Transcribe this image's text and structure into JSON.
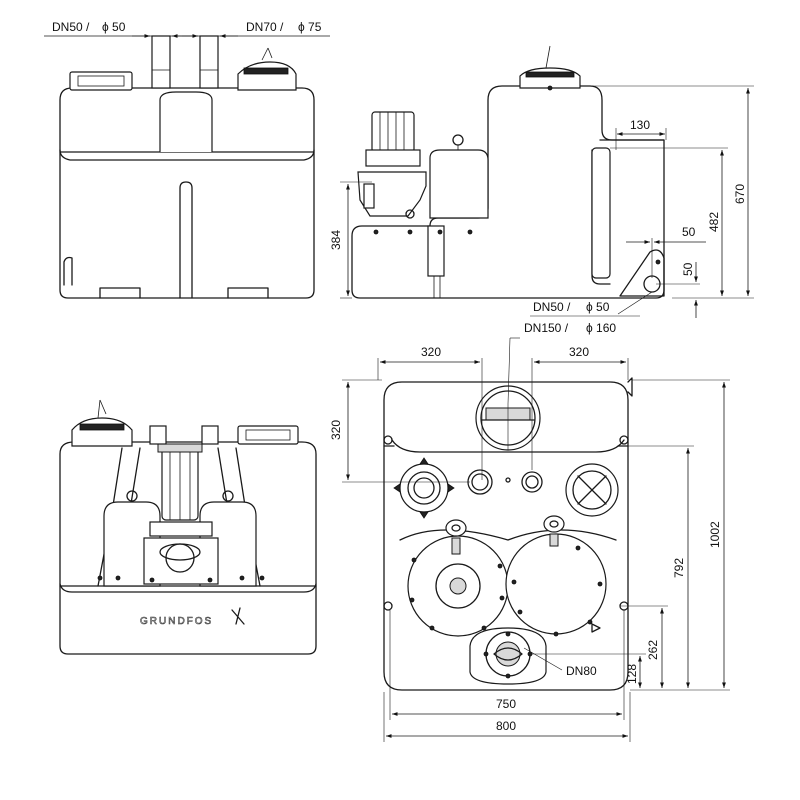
{
  "labels": {
    "inlet_a": "DN50 /",
    "inlet_a_dia": "ϕ 50",
    "inlet_b": "DN70 /",
    "inlet_b_dia": "ϕ 75",
    "height_384": "384",
    "height_482": "482",
    "height_670": "670",
    "width_130": "130",
    "offset_50_h": "50",
    "offset_50_v": "50",
    "outlet_small": "DN50 /",
    "outlet_small_dia": "ϕ 50",
    "outlet_large": "DN150 /",
    "outlet_large_dia": "ϕ 160",
    "top_320_left": "320",
    "top_320_right": "320",
    "side_320": "320",
    "height_1002": "1002",
    "height_792": "792",
    "height_262": "262",
    "height_128": "128",
    "dn80": "DN80",
    "width_750": "750",
    "width_800": "800",
    "brand": "GRUNDFOS"
  },
  "icons": {
    "arrowhead": "arrowhead-icon",
    "diameter": "diameter-symbol"
  }
}
